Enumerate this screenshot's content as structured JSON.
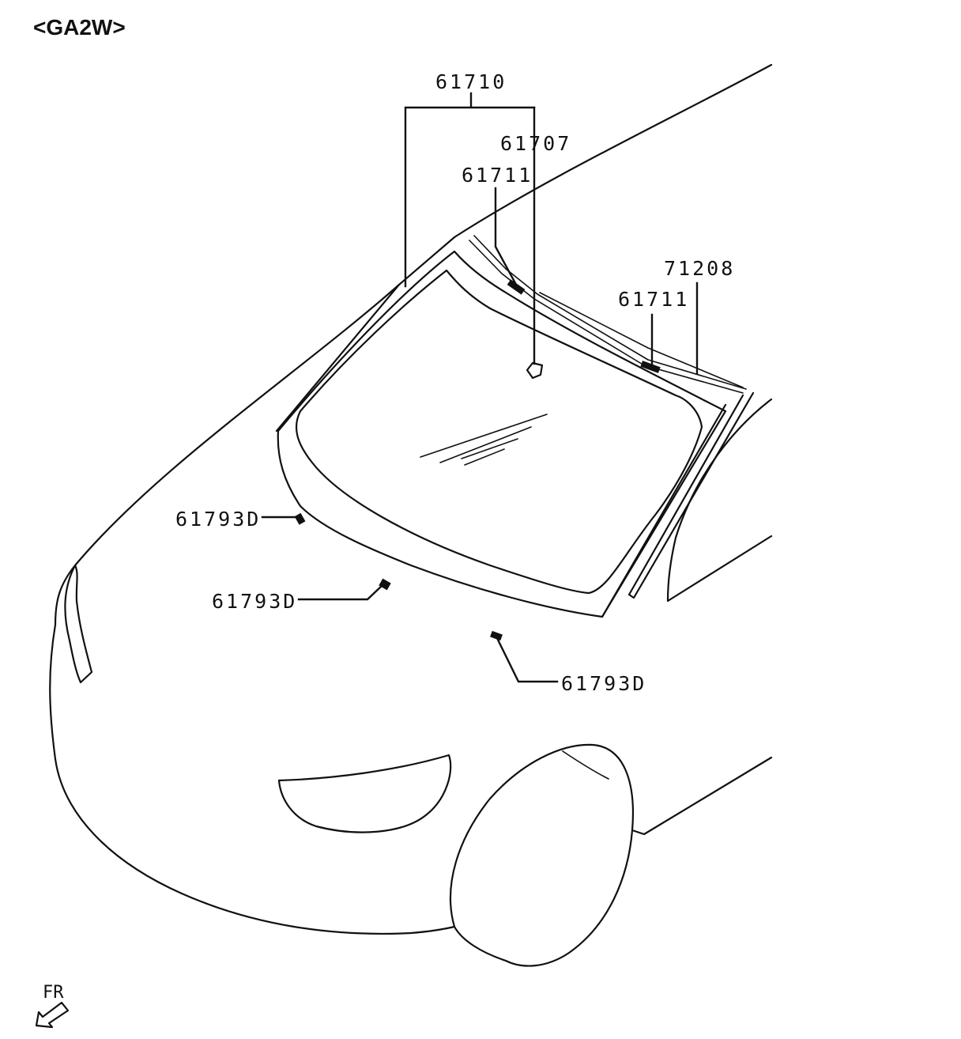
{
  "model_code": "<GA2W>",
  "direction_label": "FR",
  "callouts": {
    "moulding_set": "61710",
    "inner_mirror_bracket": "61707",
    "spacer_left": "61711",
    "spacer_right": "61711",
    "cowl_strip": "71208",
    "fastener_1": "61793D",
    "fastener_2": "61793D",
    "fastener_3": "61793D"
  },
  "icons": {
    "direction": "arrow-front-left-icon"
  }
}
